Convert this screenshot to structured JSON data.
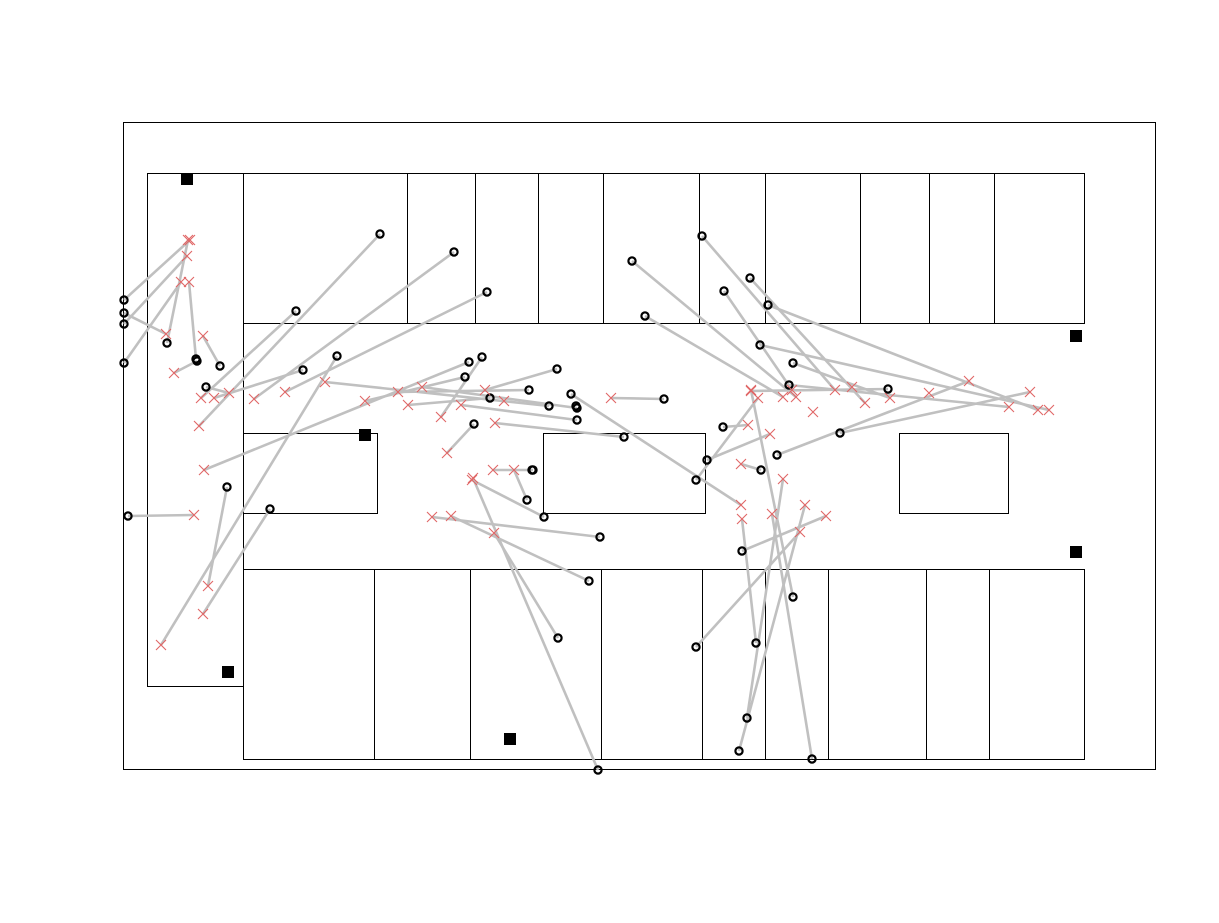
{
  "chart_data": {
    "type": "scatter",
    "title": "",
    "xlabel": "",
    "ylabel": "",
    "grid": false,
    "axes_visible": false,
    "colors": {
      "frame": "#000000",
      "link": "#c0c0c0",
      "circle": "#000000",
      "cross": "#e06666",
      "anchor": "#000000"
    },
    "anchors": [
      [
        187,
        179
      ],
      [
        1076,
        336
      ],
      [
        365,
        435
      ],
      [
        1076,
        552
      ],
      [
        228,
        672
      ],
      [
        510,
        739
      ]
    ],
    "links": [
      [
        [
          380,
          234
        ],
        [
          199,
          426
        ]
      ],
      [
        [
          296,
          311
        ],
        [
          201,
          398
        ]
      ],
      [
        [
          454,
          252
        ],
        [
          254,
          399
        ]
      ],
      [
        [
          487,
          292
        ],
        [
          285,
          392
        ]
      ],
      [
        [
          167,
          343
        ],
        [
          188,
          240
        ]
      ],
      [
        [
          197,
          361
        ],
        [
          174,
          373
        ]
      ],
      [
        [
          220,
          366
        ],
        [
          203,
          336
        ]
      ],
      [
        [
          206,
          387
        ],
        [
          229,
          393
        ]
      ],
      [
        [
          196,
          359
        ],
        [
          189,
          282
        ]
      ],
      [
        [
          337,
          356
        ],
        [
          161,
          645
        ]
      ],
      [
        [
          303,
          370
        ],
        [
          214,
          398
        ]
      ],
      [
        [
          270,
          509
        ],
        [
          203,
          614
        ]
      ],
      [
        [
          227,
          487
        ],
        [
          208,
          586
        ]
      ],
      [
        [
          128,
          516
        ],
        [
          194,
          515
        ]
      ],
      [
        [
          124,
          313
        ],
        [
          166,
          334
        ]
      ],
      [
        [
          124,
          324
        ],
        [
          187,
          256
        ]
      ],
      [
        [
          124,
          363
        ],
        [
          181,
          282
        ]
      ],
      [
        [
          124,
          300
        ],
        [
          190,
          240
        ]
      ],
      [
        [
          469,
          362
        ],
        [
          204,
          470
        ]
      ],
      [
        [
          482,
          357
        ],
        [
          441,
          417
        ]
      ],
      [
        [
          465,
          377
        ],
        [
          365,
          401
        ]
      ],
      [
        [
          490,
          398
        ],
        [
          408,
          405
        ]
      ],
      [
        [
          529,
          390
        ],
        [
          398,
          392
        ]
      ],
      [
        [
          549,
          406
        ],
        [
          325,
          382
        ]
      ],
      [
        [
          577,
          408
        ],
        [
          422,
          387
        ]
      ],
      [
        [
          577,
          420
        ],
        [
          461,
          405
        ]
      ],
      [
        [
          557,
          369
        ],
        [
          485,
          390
        ]
      ],
      [
        [
          474,
          424
        ],
        [
          447,
          453
        ]
      ],
      [
        [
          624,
          437
        ],
        [
          495,
          423
        ]
      ],
      [
        [
          664,
          399
        ],
        [
          611,
          398
        ]
      ],
      [
        [
          533,
          470
        ],
        [
          493,
          470
        ]
      ],
      [
        [
          527,
          500
        ],
        [
          514,
          470
        ]
      ],
      [
        [
          544,
          517
        ],
        [
          472,
          480
        ]
      ],
      [
        [
          600,
          537
        ],
        [
          432,
          517
        ]
      ],
      [
        [
          589,
          581
        ],
        [
          451,
          516
        ]
      ],
      [
        [
          558,
          638
        ],
        [
          494,
          533
        ]
      ],
      [
        [
          598,
          770
        ],
        [
          473,
          478
        ]
      ],
      [
        [
          632,
          261
        ],
        [
          796,
          397
        ]
      ],
      [
        [
          645,
          316
        ],
        [
          783,
          397
        ]
      ],
      [
        [
          702,
          236
        ],
        [
          835,
          390
        ]
      ],
      [
        [
          724,
          291
        ],
        [
          792,
          390
        ]
      ],
      [
        [
          750,
          278
        ],
        [
          865,
          403
        ]
      ],
      [
        [
          768,
          305
        ],
        [
          1038,
          410
        ]
      ],
      [
        [
          789,
          385
        ],
        [
          1009,
          407
        ]
      ],
      [
        [
          760,
          345
        ],
        [
          1049,
          410
        ]
      ],
      [
        [
          793,
          363
        ],
        [
          890,
          398
        ]
      ],
      [
        [
          888,
          389
        ],
        [
          751,
          391
        ]
      ],
      [
        [
          840,
          433
        ],
        [
          1030,
          392
        ]
      ],
      [
        [
          777,
          455
        ],
        [
          969,
          381
        ]
      ],
      [
        [
          761,
          470
        ],
        [
          741,
          464
        ]
      ],
      [
        [
          696,
          480
        ],
        [
          758,
          398
        ]
      ],
      [
        [
          707,
          460
        ],
        [
          770,
          434
        ]
      ],
      [
        [
          723,
          427
        ],
        [
          748,
          425
        ]
      ],
      [
        [
          756,
          643
        ],
        [
          742,
          519
        ]
      ],
      [
        [
          747,
          718
        ],
        [
          783,
          479
        ]
      ],
      [
        [
          739,
          751
        ],
        [
          805,
          505
        ]
      ],
      [
        [
          696,
          647
        ],
        [
          800,
          532
        ]
      ],
      [
        [
          812,
          759
        ],
        [
          772,
          514
        ]
      ],
      [
        [
          793,
          597
        ],
        [
          751,
          390
        ]
      ],
      [
        [
          742,
          551
        ],
        [
          826,
          516
        ]
      ],
      [
        [
          571,
          394
        ],
        [
          741,
          505
        ]
      ]
    ],
    "extra_circles": [
      [
        576,
        406
      ],
      [
        532,
        470
      ]
    ],
    "extra_crosses": [
      [
        813,
        412
      ],
      [
        852,
        387
      ],
      [
        929,
        393
      ],
      [
        504,
        401
      ]
    ],
    "outer_frame": [
      [
        123,
        122
      ],
      [
        1155,
        769
      ]
    ],
    "rooms": [
      [
        [
          147,
          173
        ],
        [
          243,
          686
        ]
      ],
      [
        [
          243,
          173
        ],
        [
          1084,
          323
        ]
      ],
      [
        [
          243,
          569
        ],
        [
          1084,
          759
        ]
      ],
      [
        [
          243,
          433
        ],
        [
          377,
          513
        ]
      ],
      [
        [
          543,
          433
        ],
        [
          705,
          513
        ]
      ],
      [
        [
          899,
          433
        ],
        [
          1008,
          513
        ]
      ]
    ],
    "room_dividers_top": [
      407,
      475,
      538,
      603,
      699,
      765,
      860,
      929,
      994
    ],
    "room_dividers_bottom": [
      374,
      470,
      601,
      702,
      765,
      828,
      926,
      989
    ]
  }
}
